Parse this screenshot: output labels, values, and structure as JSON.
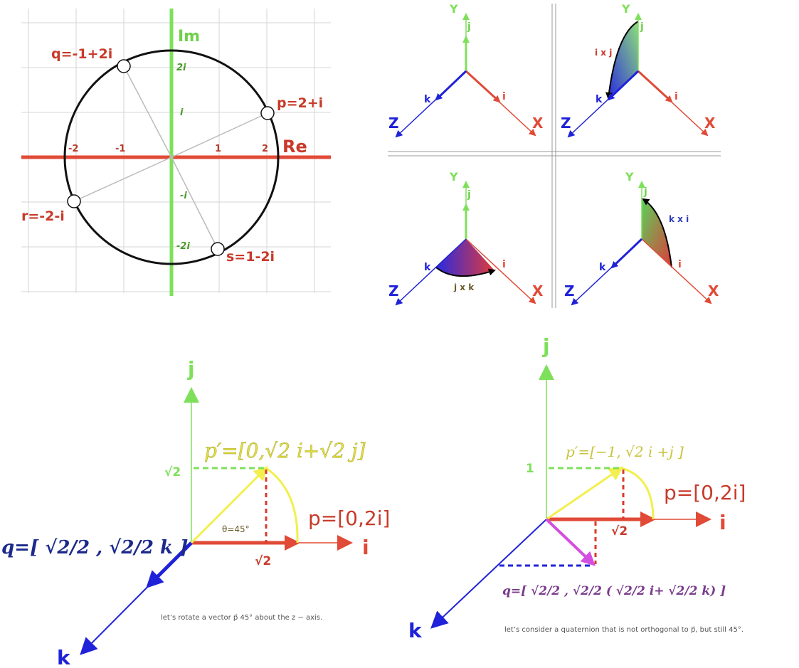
{
  "complex_plane": {
    "axis_re": "Re",
    "axis_im": "Im",
    "re_ticks": [
      "-2",
      "-1",
      "1",
      "2"
    ],
    "im_ticks": [
      "2i",
      "i",
      "-i",
      "-2i"
    ],
    "points": [
      {
        "label": "q=-1+2i"
      },
      {
        "label": "p=2+i"
      },
      {
        "label": "r=-2-i"
      },
      {
        "label": "s=1-2i"
      }
    ]
  },
  "cross_products": {
    "axis_x": "X",
    "axis_y": "Y",
    "axis_z": "Z",
    "vec_i": "i",
    "vec_j": "j",
    "vec_k": "k",
    "panels": [
      "",
      "i x j",
      "j x k",
      "k x i"
    ]
  },
  "rotation_left": {
    "axis_j": "j",
    "axis_i": "i",
    "axis_k": "k",
    "p_label": "p=[0,2i]",
    "p_prime": "p′=[0,√2 i+√2 j]",
    "sqrt2_y": "√2",
    "sqrt2_x": "√2",
    "theta": "θ=45°",
    "q_label": "q=[ √2/2 , √2/2 k ]",
    "caption": "let’s rotate a vector p⃗ 45° about the z − axis."
  },
  "rotation_right": {
    "axis_j": "j",
    "axis_i": "i",
    "axis_k": "k",
    "p_label": "p=[0,2i]",
    "p_prime": "p′=[−1, √2 i +j ]",
    "one_y": "1",
    "sqrt2_x": "√2",
    "q_label": "q=[ √2/2 , √2/2 ( √2/2 i+ √2/2 k) ]",
    "caption": "let’s consider a quaternion that is not orthogonal to p⃗, but still 45°."
  },
  "colors": {
    "red": "#e04a36",
    "green": "#7ee05a",
    "blue": "#1f22d8",
    "yellow": "#f2ef4e",
    "magenta": "#d44ee0",
    "navy": "#1c2a8c",
    "purple": "#7a3a8c"
  }
}
